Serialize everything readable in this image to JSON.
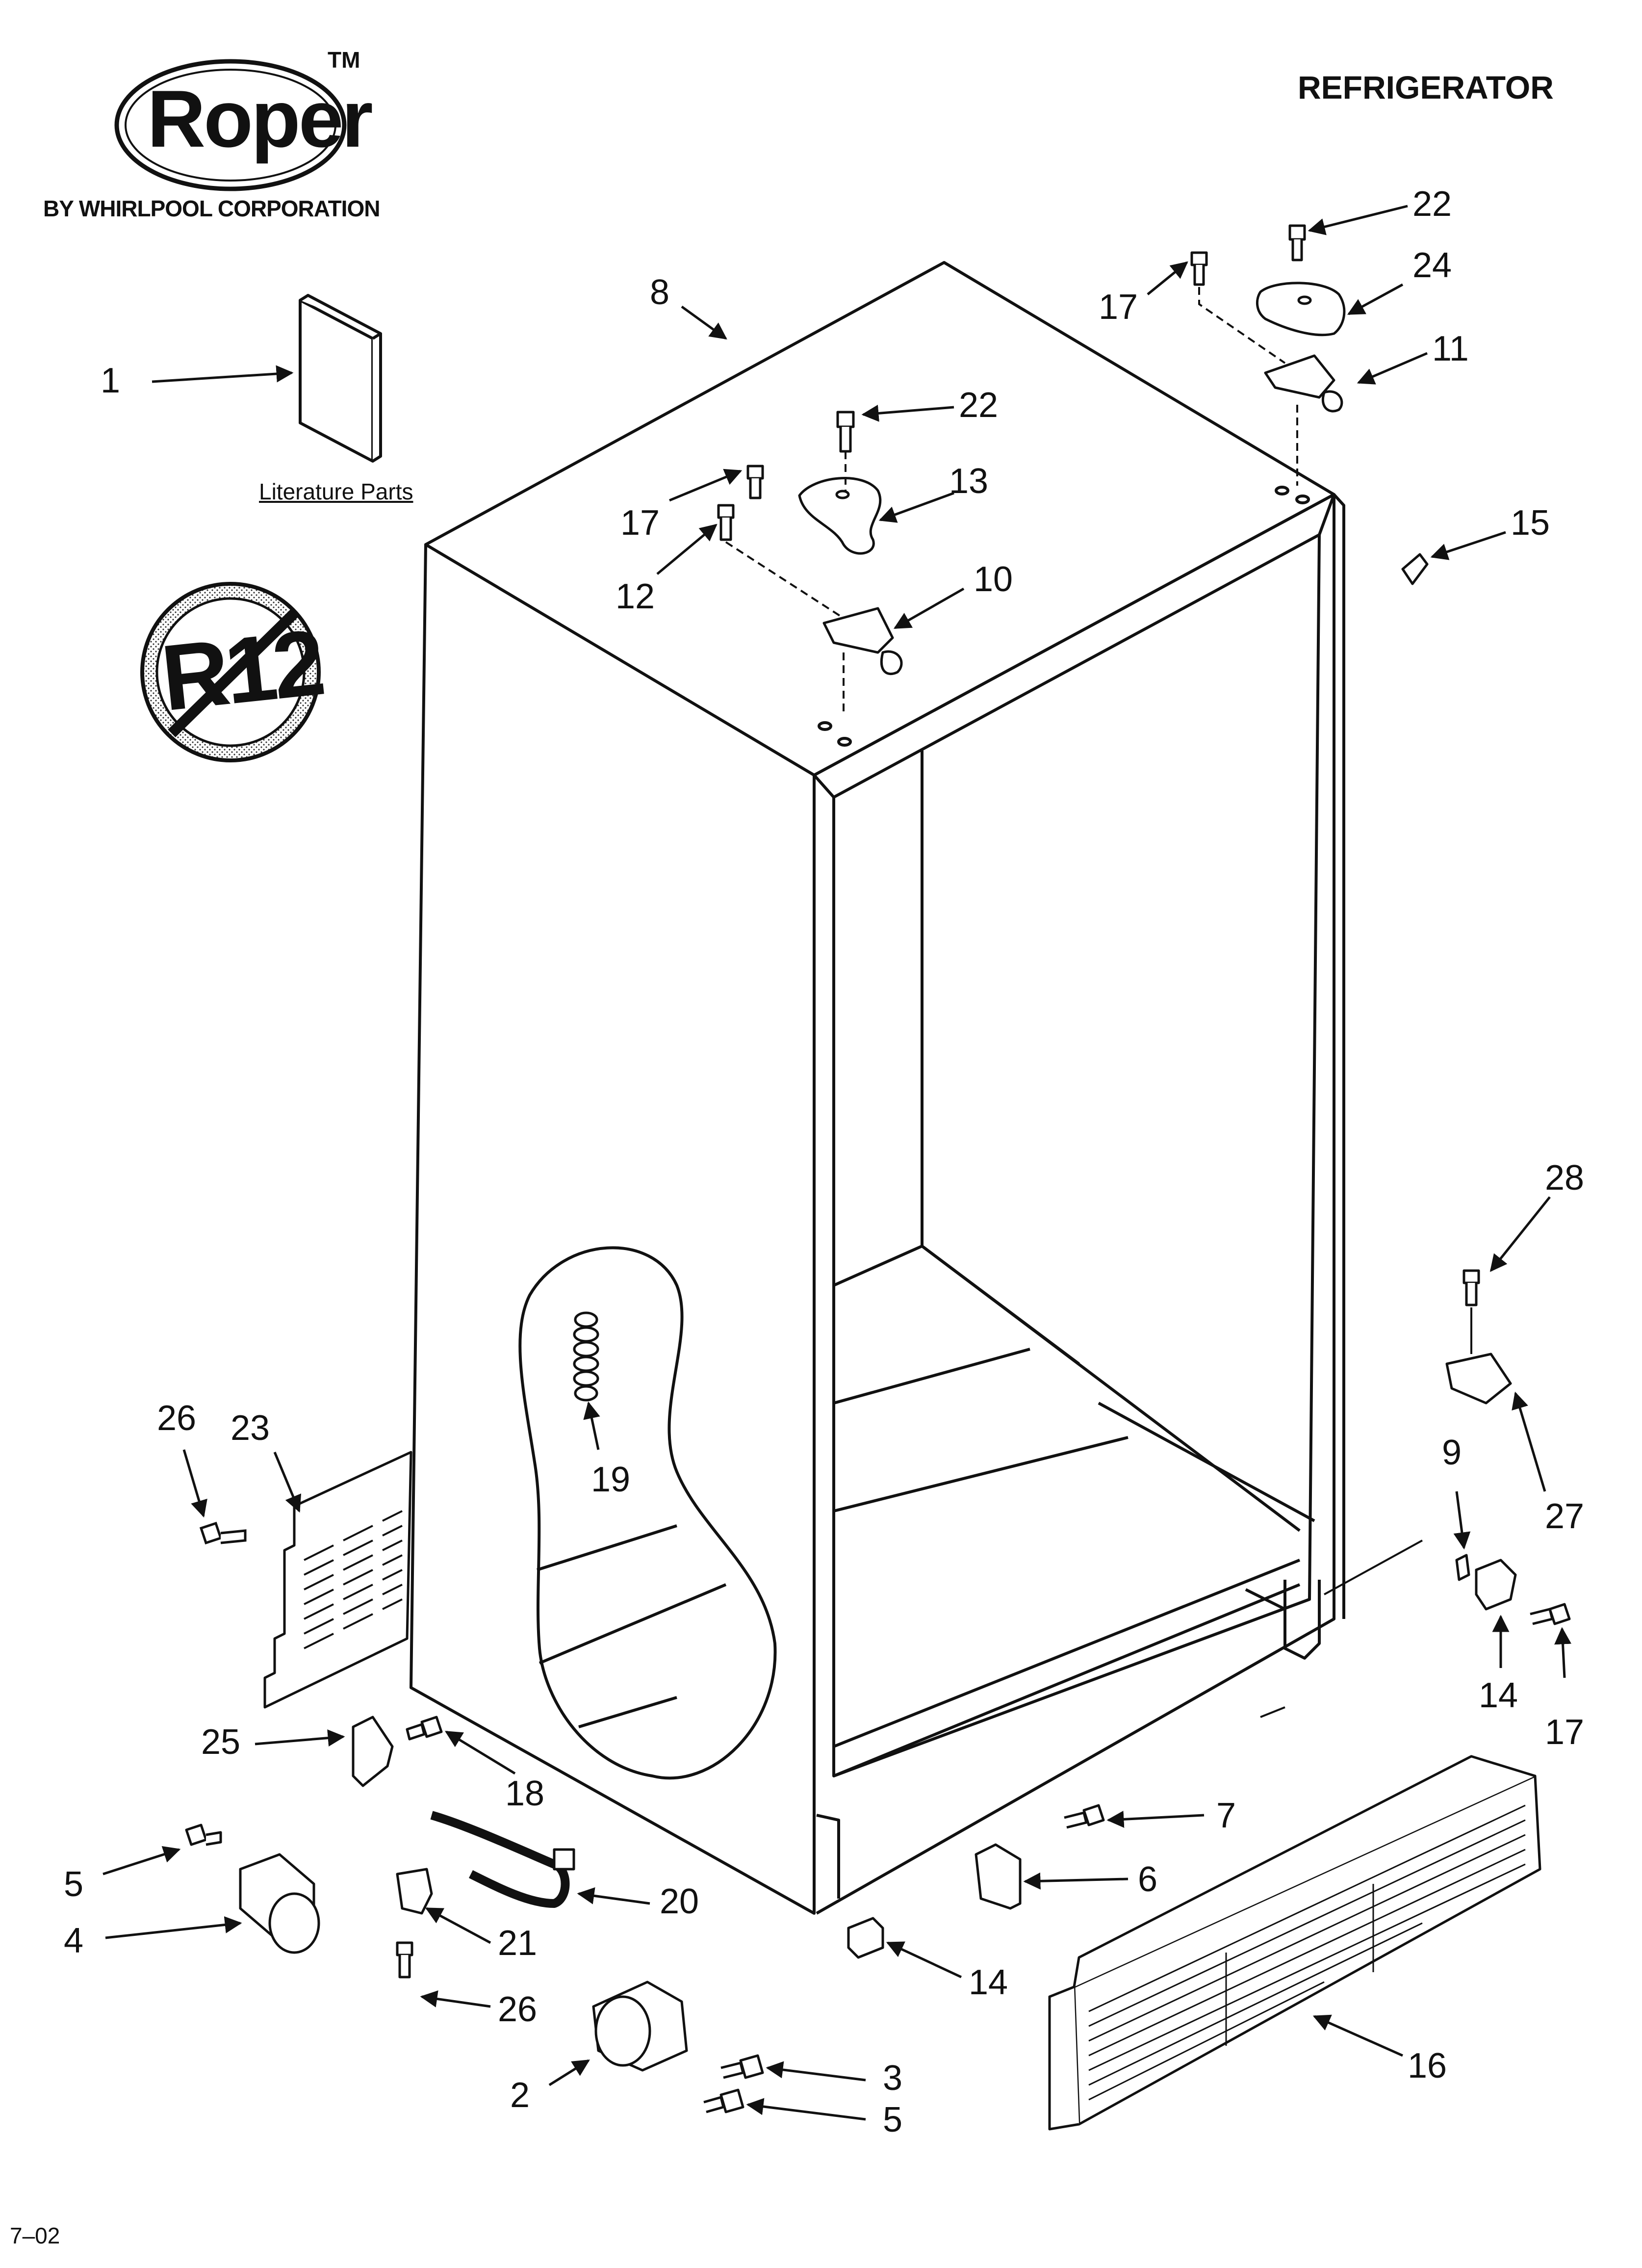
{
  "header": {
    "brand": "Roper",
    "trademark": "TM",
    "byline": "BY WHIRLPOOL CORPORATION",
    "section_title": "REFRIGERATOR"
  },
  "badge": {
    "text": "R12"
  },
  "literature": {
    "label": "Literature Parts"
  },
  "callouts": [
    {
      "id": "c1",
      "label": "1"
    },
    {
      "id": "c8",
      "label": "8"
    },
    {
      "id": "c22a",
      "label": "22"
    },
    {
      "id": "c24",
      "label": "24"
    },
    {
      "id": "c17a",
      "label": "17"
    },
    {
      "id": "c11",
      "label": "11"
    },
    {
      "id": "c22b",
      "label": "22"
    },
    {
      "id": "c13",
      "label": "13"
    },
    {
      "id": "c17b",
      "label": "17"
    },
    {
      "id": "c12",
      "label": "12"
    },
    {
      "id": "c10",
      "label": "10"
    },
    {
      "id": "c15",
      "label": "15"
    },
    {
      "id": "c28",
      "label": "28"
    },
    {
      "id": "c27",
      "label": "27"
    },
    {
      "id": "c9",
      "label": "9"
    },
    {
      "id": "c14a",
      "label": "14"
    },
    {
      "id": "c17c",
      "label": "17"
    },
    {
      "id": "c19",
      "label": "19"
    },
    {
      "id": "c26a",
      "label": "26"
    },
    {
      "id": "c23",
      "label": "23"
    },
    {
      "id": "c25",
      "label": "25"
    },
    {
      "id": "c18",
      "label": "18"
    },
    {
      "id": "c7",
      "label": "7"
    },
    {
      "id": "c6",
      "label": "6"
    },
    {
      "id": "c5a",
      "label": "5"
    },
    {
      "id": "c4",
      "label": "4"
    },
    {
      "id": "c20",
      "label": "20"
    },
    {
      "id": "c21",
      "label": "21"
    },
    {
      "id": "c14b",
      "label": "14"
    },
    {
      "id": "c26b",
      "label": "26"
    },
    {
      "id": "c2",
      "label": "2"
    },
    {
      "id": "c3",
      "label": "3"
    },
    {
      "id": "c5b",
      "label": "5"
    },
    {
      "id": "c16",
      "label": "16"
    }
  ],
  "footer": {
    "date_code": "7–02"
  }
}
